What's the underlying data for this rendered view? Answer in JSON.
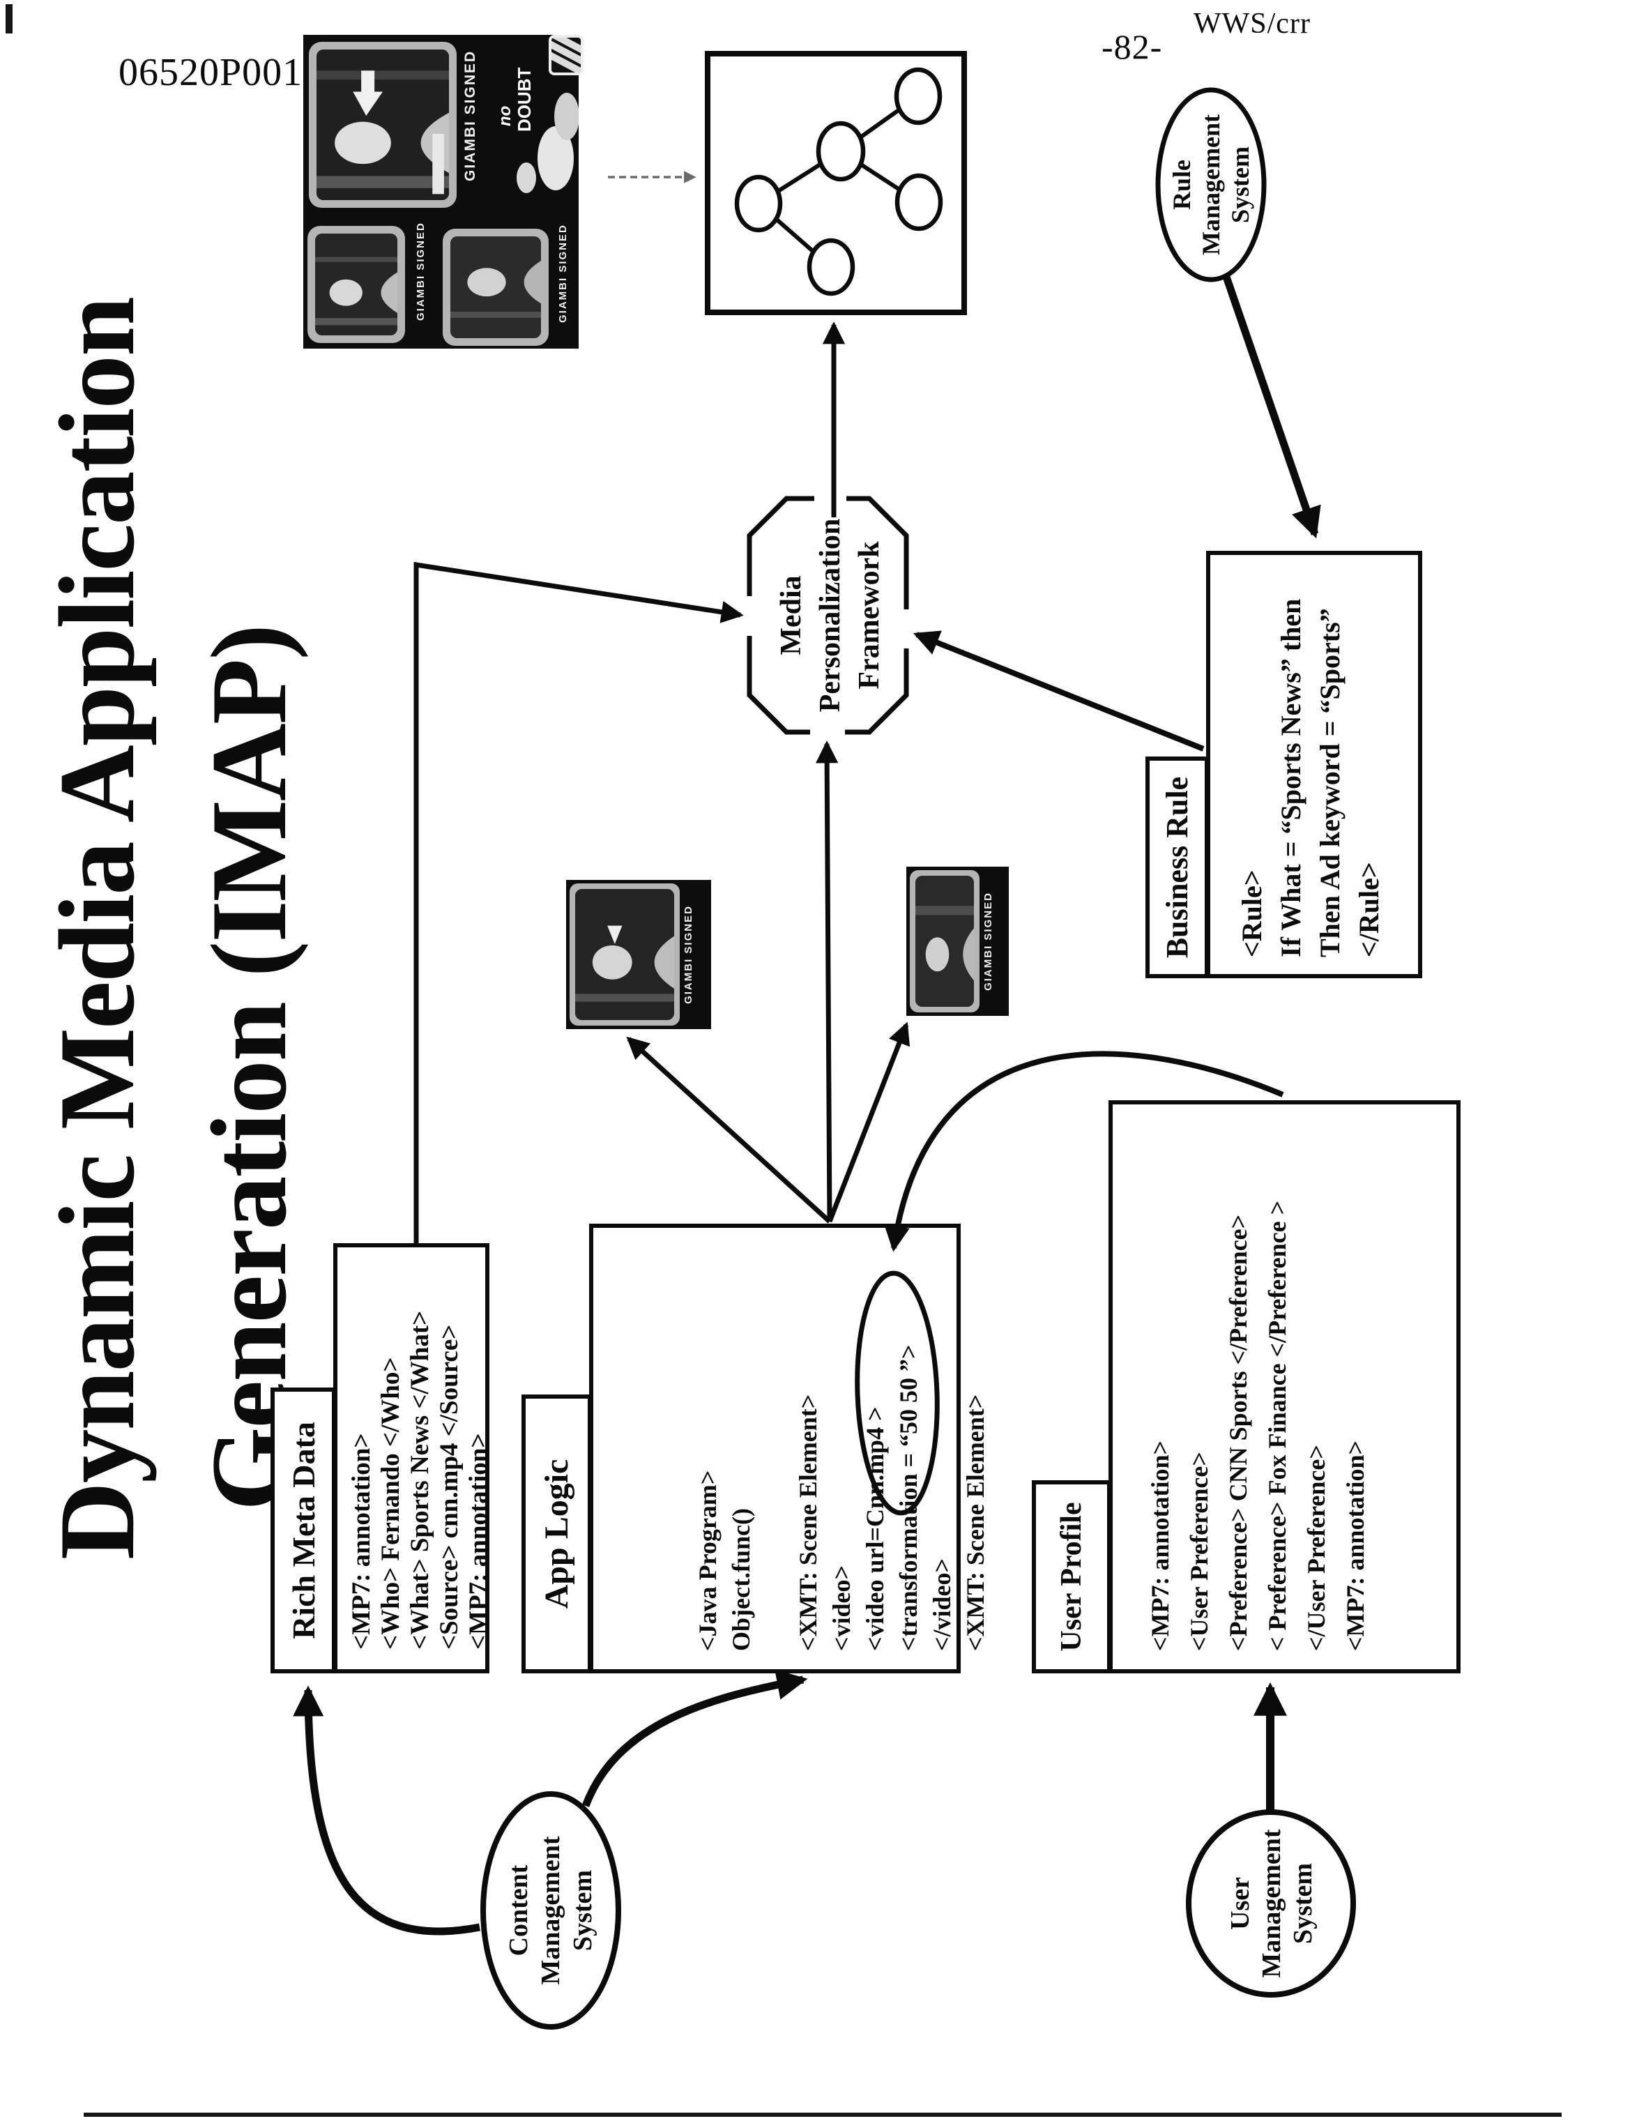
{
  "page": {
    "header_left": "06520P001",
    "page_number": "-82-",
    "header_right": "WWS/crr"
  },
  "title": {
    "line1": "Dynamic Media Application",
    "line2": "Generation (IMAP)"
  },
  "boxes": {
    "rich_meta_data": {
      "label": "Rich Meta Data",
      "lines": [
        "<MP7: annotation>",
        "<Who> Fernando </Who>",
        "<What> Sports News </What>",
        "<Source> cnn.mp4 </Source>",
        "<MP7: annotation>"
      ]
    },
    "app_logic": {
      "label": "App Logic",
      "lines": [
        "<Java Program>",
        "Object.func()",
        "",
        "<XMT: Scene Element>",
        "<video>",
        "<video url=Cnn.mp4 >",
        "<transformation = “50 50 ”>",
        "</video>",
        "<XMT: Scene Element>"
      ]
    },
    "user_profile": {
      "label": "User Profile",
      "lines": [
        "<MP7: annotation>",
        "<User Preference>",
        "<Preference> CNN Sports </Preference>",
        "< Preference> Fox Finance </Preference >",
        "</User Preference>",
        "<MP7: annotation>"
      ]
    },
    "business_rule": {
      "label": "Business Rule",
      "lines": [
        "<Rule>",
        "If What = “Sports News” then",
        "Then Ad keyword = “Sports”",
        "</Rule>"
      ]
    }
  },
  "framework": {
    "lines": [
      "Media",
      "Personalization",
      "Framework"
    ]
  },
  "systems": {
    "rule": {
      "lines": [
        "Rule",
        "Management",
        "System"
      ]
    },
    "content": {
      "lines": [
        "Content",
        "Management",
        "System"
      ]
    },
    "user": {
      "lines": [
        "User",
        "Management",
        "System"
      ]
    }
  },
  "media": {
    "caption": "GIAMBI SIGNED",
    "overlay_line1": "no",
    "overlay_line2": "DOUBT"
  },
  "colors": {
    "ink": "#0b0b0b",
    "bezel": "#b5b5b5",
    "screen": "#1c1c1c",
    "faint": "#666666"
  }
}
